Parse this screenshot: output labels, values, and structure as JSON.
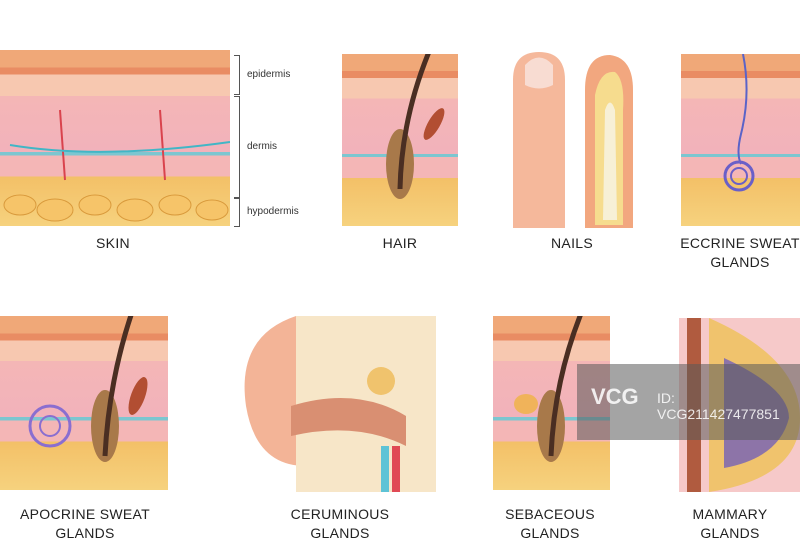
{
  "panels": [
    {
      "label": "SKIN"
    },
    {
      "label": "HAIR"
    },
    {
      "label": "NAILS"
    },
    {
      "label_line1": "ECCRINE SWEAT",
      "label_line2": "GLANDS"
    },
    {
      "label_line1": "APOCRINE SWEAT",
      "label_line2": "GLANDS"
    },
    {
      "label_line1": "CERUMINOUS",
      "label_line2": "GLANDS"
    },
    {
      "label_line1": "SEBACEOUS",
      "label_line2": "GLANDS"
    },
    {
      "label_line1": "MAMMARY",
      "label_line2": "GLANDS"
    }
  ],
  "layers": {
    "epidermis": "epidermis",
    "dermis": "dermis",
    "hypodermis": "hypodermis"
  },
  "watermark": {
    "logo": "VCG",
    "id": "ID: VCG211427477851"
  }
}
